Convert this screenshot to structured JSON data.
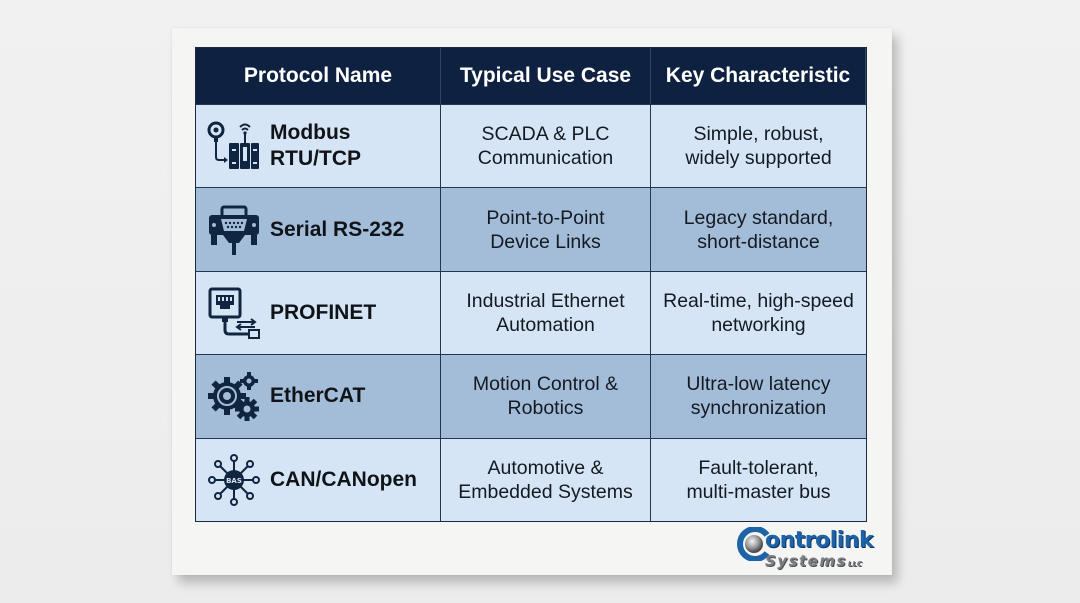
{
  "table": {
    "headers": [
      "Protocol Name",
      "Typical Use Case",
      "Key Characteristic"
    ],
    "rows": [
      {
        "icon": "modbus-device-icon",
        "name": "Modbus\nRTU/TCP",
        "use_case": "SCADA & PLC\nCommunication",
        "characteristic": "Simple, robust,\nwidely supported",
        "shade": "light"
      },
      {
        "icon": "serial-connector-icon",
        "name": "Serial RS-232",
        "use_case": "Point-to-Point\nDevice Links",
        "characteristic": "Legacy standard,\nshort-distance",
        "shade": "dark"
      },
      {
        "icon": "ethernet-port-icon",
        "name": "PROFINET",
        "use_case": "Industrial Ethernet\nAutomation",
        "characteristic": "Real-time, high-speed\nnetworking",
        "shade": "light"
      },
      {
        "icon": "gears-icon",
        "name": "EtherCAT",
        "use_case": "Motion Control &\nRobotics",
        "characteristic": "Ultra-low latency\nsynchronization",
        "shade": "dark"
      },
      {
        "icon": "bus-network-icon",
        "name": "CAN/CANopen",
        "use_case": "Automotive &\nEmbedded Systems",
        "characteristic": "Fault-tolerant,\nmulti-master bus",
        "shade": "light"
      }
    ],
    "bus_icon_label": "BAS"
  },
  "logo": {
    "word1": "ontrolink",
    "word2": "Systems",
    "suffix": "LLC"
  },
  "colors": {
    "header_bg": "#0f2140",
    "row_light": "#d6e5f5",
    "row_dark": "#a3bcd8",
    "icon": "#102540",
    "logo_blue": "#1e62a8",
    "logo_gray": "#7c7f84"
  }
}
